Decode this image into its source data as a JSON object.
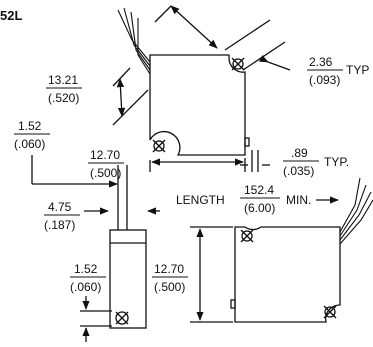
{
  "part_id": "52L",
  "dims": {
    "top_width": {
      "mm": "13.21",
      "in": "(.520)"
    },
    "corner_radius": {
      "mm": "2.36",
      "in": "(.093)",
      "suffix": "TYP"
    },
    "side_offset": {
      "mm": "1.52",
      "in": "(.060)"
    },
    "bottom_width": {
      "mm": "12.70",
      "in": "(.500)"
    },
    "pad": {
      "mm": ".89",
      "in": "(.035)",
      "suffix": "TYP."
    },
    "thickness": {
      "mm": "4.75",
      "in": "(.187)"
    },
    "lead_length": {
      "label": "LENGTH",
      "mm": "152.4",
      "in": "(6.00)",
      "suffix": "MIN."
    },
    "height": {
      "mm": "12.70",
      "in": "(.500)"
    },
    "hole_offset": {
      "mm": "1.52",
      "in": "(.060)"
    }
  }
}
